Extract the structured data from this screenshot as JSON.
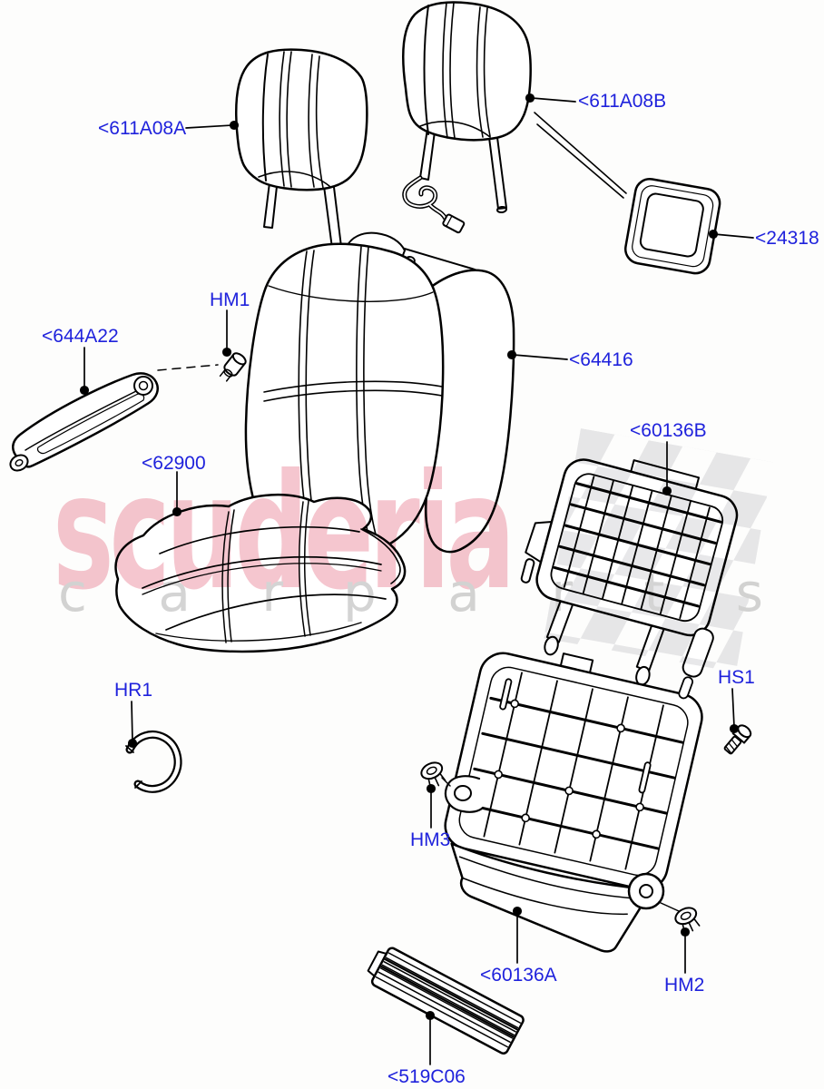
{
  "diagram_title": "Front seat covers and seat back frames exploded parts diagram",
  "labels": {
    "l611A08A": "<611A08A",
    "l611A08B": "<611A08B",
    "l24318": "<24318",
    "l644A22": "<644A22",
    "lHM1": "HM1",
    "l64416": "<64416",
    "l62900": "<62900",
    "l60136B": "<60136B",
    "lHR1": "HR1",
    "lHS1": "HS1",
    "lHM3": "HM3",
    "l60136A": "<60136A",
    "lHM2": "HM2",
    "l519C06": "<519C06"
  },
  "watermark": {
    "brand": "scuderia",
    "word1": "c a r",
    "word2": "p a r t s",
    "brand_color": "#f5c6cf",
    "words_color": "#d4d4d4",
    "checker_color": "#e8e8ea"
  },
  "colors": {
    "label_blue": "#1f22dc",
    "line_art": "#000000",
    "background": "#fdfdfc"
  }
}
